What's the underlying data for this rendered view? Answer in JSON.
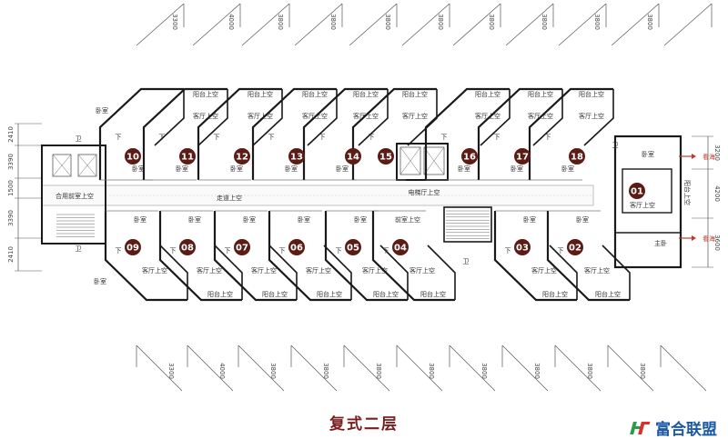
{
  "caption": "复式二层",
  "brand": {
    "name": "富合联盟",
    "logo_icon": "hf-logo-icon",
    "logo_color_a": "#2a9d48",
    "logo_color_b": "#d8302a"
  },
  "colors": {
    "badge": "#5a1c14",
    "wall": "#1a1a1a",
    "dim_line": "#555555",
    "arrow": "#c0392b"
  },
  "top_dims": [
    "3300",
    "4000",
    "3800",
    "3800",
    "3800",
    "3800",
    "3800",
    "3800",
    "3800",
    "3800"
  ],
  "bottom_dims": [
    "3300",
    "4000",
    "3800",
    "3800",
    "3800",
    "3800",
    "3800",
    "3800",
    "3800",
    "3800"
  ],
  "left_dims": [
    "2410",
    "3390",
    "1500",
    "3390",
    "2410"
  ],
  "right_dims": [
    "3200",
    "4200",
    "3600"
  ],
  "top_units": [
    {
      "no": "10",
      "bedroom": "卧室",
      "living": "",
      "balcony": ""
    },
    {
      "no": "11",
      "bedroom": "卧室",
      "living": "客厅上空",
      "balcony": "阳台上空"
    },
    {
      "no": "12",
      "bedroom": "卧室",
      "living": "客厅上空",
      "balcony": "阳台上空"
    },
    {
      "no": "13",
      "bedroom": "卧室",
      "living": "客厅上空",
      "balcony": "阳台上空"
    },
    {
      "no": "14",
      "bedroom": "卧室",
      "living": "客厅上空",
      "balcony": "阳台上空"
    },
    {
      "no": "15",
      "bedroom": "",
      "living": "客厅上空",
      "balcony": "阳台上空"
    },
    {
      "no": "16",
      "bedroom": "卧室",
      "living": "客厅上空",
      "balcony": "阳台上空"
    },
    {
      "no": "17",
      "bedroom": "卧室",
      "living": "客厅上空",
      "balcony": "阳台上空"
    },
    {
      "no": "18",
      "bedroom": "卧室",
      "living": "客厅上空",
      "balcony": "阳台上空"
    }
  ],
  "bottom_units": [
    {
      "no": "09",
      "bedroom": "卧室",
      "living": "客厅上空",
      "balcony": ""
    },
    {
      "no": "08",
      "bedroom": "卧室",
      "living": "客厅上空",
      "balcony": "阳台上空"
    },
    {
      "no": "07",
      "bedroom": "卧室",
      "living": "客厅上空",
      "balcony": "阳台上空"
    },
    {
      "no": "06",
      "bedroom": "卧室",
      "living": "客厅上空",
      "balcony": "阳台上空"
    },
    {
      "no": "05",
      "bedroom": "卧室",
      "living": "客厅上空",
      "balcony": "阳台上空"
    },
    {
      "no": "04",
      "bedroom": "前室上空",
      "living": "客厅上空",
      "balcony": "阳台上空"
    },
    {
      "no": "03",
      "bedroom": "卧室",
      "living": "客厅上空",
      "balcony": "阳台上空"
    },
    {
      "no": "02",
      "bedroom": "卧室",
      "living": "客厅上空",
      "balcony": "阳台上空"
    }
  ],
  "unit_01": {
    "no": "01",
    "living": "客厅上空",
    "bedroom": "卧室",
    "master": "主卧",
    "balcony": "阳台上空"
  },
  "labels": {
    "shared_lobby": "合用前室上空",
    "corridor": "走道上空",
    "elevator_hall": "电梯厅上空",
    "bath": "卫",
    "down": "下",
    "sea_view": "看海"
  }
}
